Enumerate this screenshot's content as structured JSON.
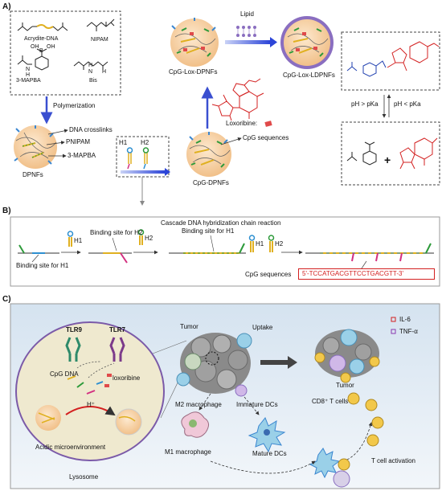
{
  "panels": {
    "a": "A)",
    "b": "B)",
    "c": "C)"
  },
  "monomers": {
    "acrydite": "Acrydite-DNA",
    "nipam": "NIPAM",
    "mapba": "3-MAPBA",
    "bis": "Bis",
    "boron": "B",
    "oh1": "OH",
    "oh2": "OH",
    "nh1": "N",
    "nh2": "N",
    "h1": "H",
    "h2": "H",
    "h3": "H"
  },
  "panel_a": {
    "polymerization": "Polymerization",
    "dpnfs": "DPNFs",
    "dna_crosslinks": "DNA crosslinks",
    "pnipam": "PNIPAM",
    "mapba_label": "3-MAPBA",
    "h1": "H1",
    "h2": "H2",
    "cpg_dpnfs": "CpG-DPNFs",
    "cpg_sequences": "CpG sequences",
    "cpg_lox": "CpG-Lox-DPNFs",
    "lipid": "Lipid",
    "cpg_lox_l": "CpG-Lox-LDPNFs",
    "loxoribine": "Loxoribine:",
    "ph_gt": "pH > pKa",
    "ph_lt": "pH < pKa",
    "plus": "+"
  },
  "panel_b": {
    "title": "Cascade DNA hybridization chain reaction",
    "h1a": "H1",
    "h2a": "H2",
    "h1b": "H1",
    "h2b": "H2",
    "bind_h1_1": "Binding site for H1",
    "bind_h2": "Binding site for H2",
    "bind_h1_2": "Binding site for H1",
    "cpg_seq": "CpG sequences",
    "sequence": "5'-TCCATGACGTTCCTGACGTT-3'"
  },
  "panel_c": {
    "tlr9": "TLR9",
    "tlr7": "TLR7",
    "cpg_dna": "CpG DNA",
    "loxoribine": "loxoribine",
    "hplus": "H⁺",
    "acidic": "Acidic microenvironment",
    "lysosome": "Lysosome",
    "tumor1": "Tumor",
    "uptake": "Uptake",
    "m2": "M2 macrophage",
    "immature": "Immature DCs",
    "m1": "M1 macrophage",
    "mature": "Mature DCs",
    "tumor2": "Tumor",
    "cd8": "CD8⁺ T cells",
    "tcell_act": "T cell activation",
    "il6": "IL-6",
    "tnf": "TNF-α"
  },
  "colors": {
    "nanoparticle": "#f6cfa0",
    "lipid": "#8a6ec0",
    "cpg_red": "#d32020",
    "blue_arrow": "#3a4fd0",
    "lysosome_fill": "#efe9cf",
    "cell_bg": "#dfe9f3"
  }
}
